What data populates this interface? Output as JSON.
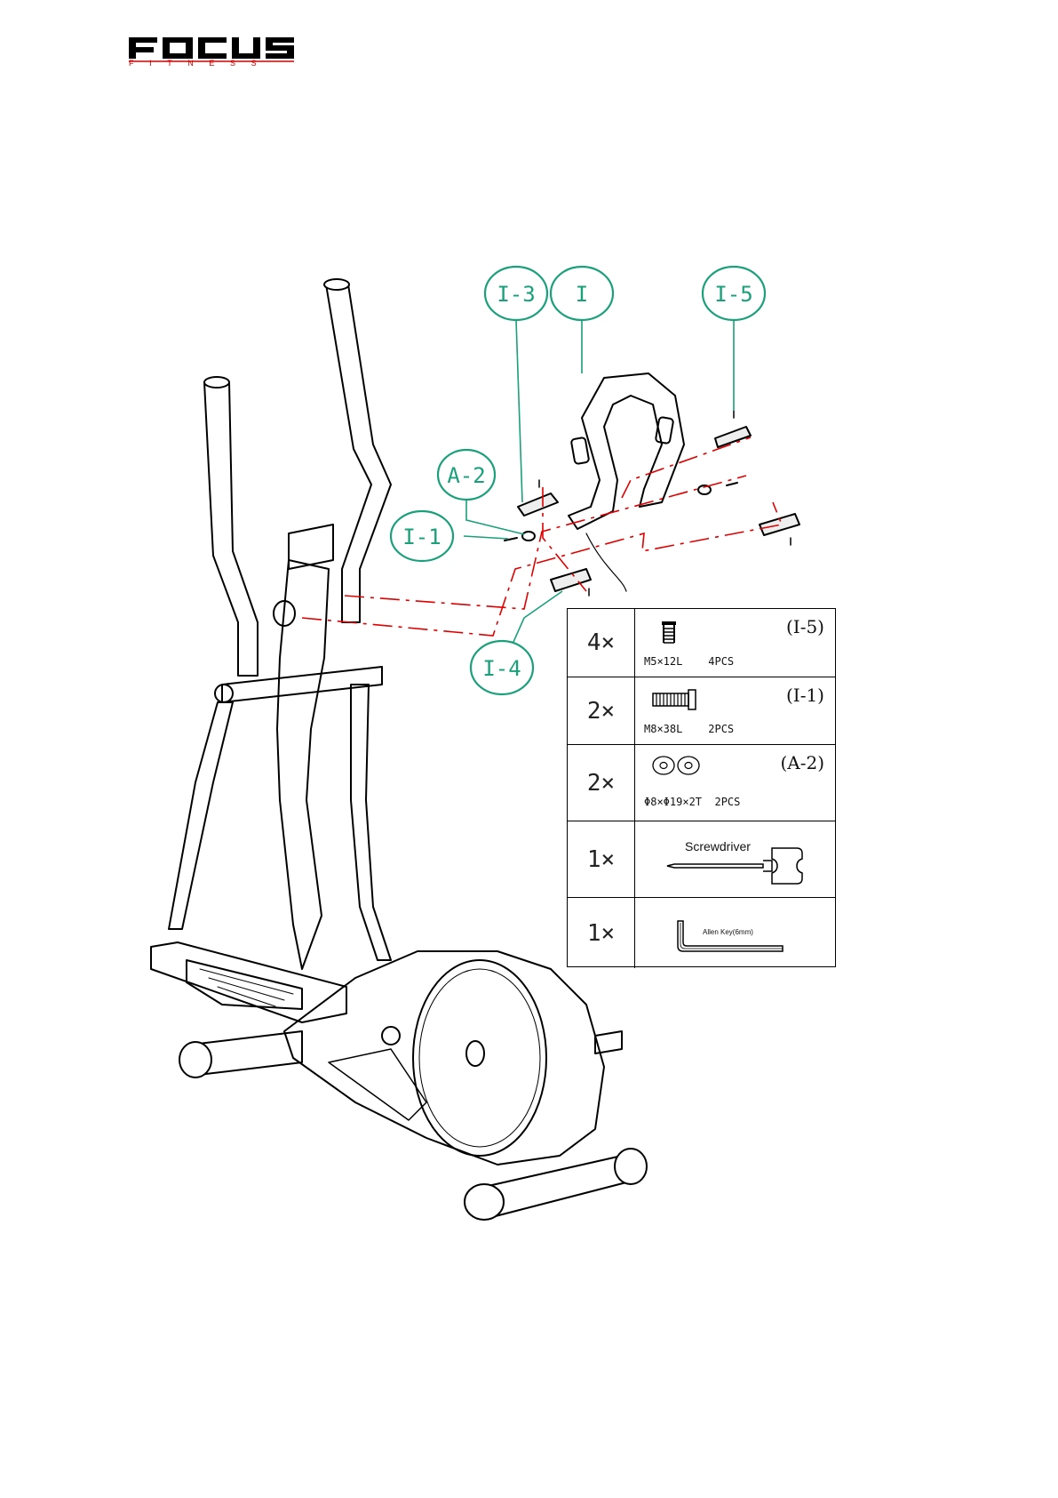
{
  "logo": {
    "main": "FOCUS",
    "sub": "FITNESS",
    "accent": "#d40000"
  },
  "callouts": [
    {
      "id": "i3",
      "label": "I-3"
    },
    {
      "id": "i",
      "label": "I"
    },
    {
      "id": "i5",
      "label": "I-5"
    },
    {
      "id": "a2",
      "label": "A-2"
    },
    {
      "id": "i1",
      "label": "I-1"
    },
    {
      "id": "i4",
      "label": "I-4"
    }
  ],
  "callout_color": "#1aa07a",
  "guide_color": "#e00000",
  "parts": [
    {
      "qty": "4×",
      "code": "(I-5)",
      "spec": "M5×12L    4PCS"
    },
    {
      "qty": "2×",
      "code": "(I-1)",
      "spec": "M8×38L    2PCS"
    },
    {
      "qty": "2×",
      "code": "(A-2)",
      "spec": "Φ8×Φ19×2T  2PCS"
    },
    {
      "qty": "1×",
      "tool": "Screwdriver"
    },
    {
      "qty": "1×",
      "tool": "Allen Key(6mm)"
    }
  ]
}
